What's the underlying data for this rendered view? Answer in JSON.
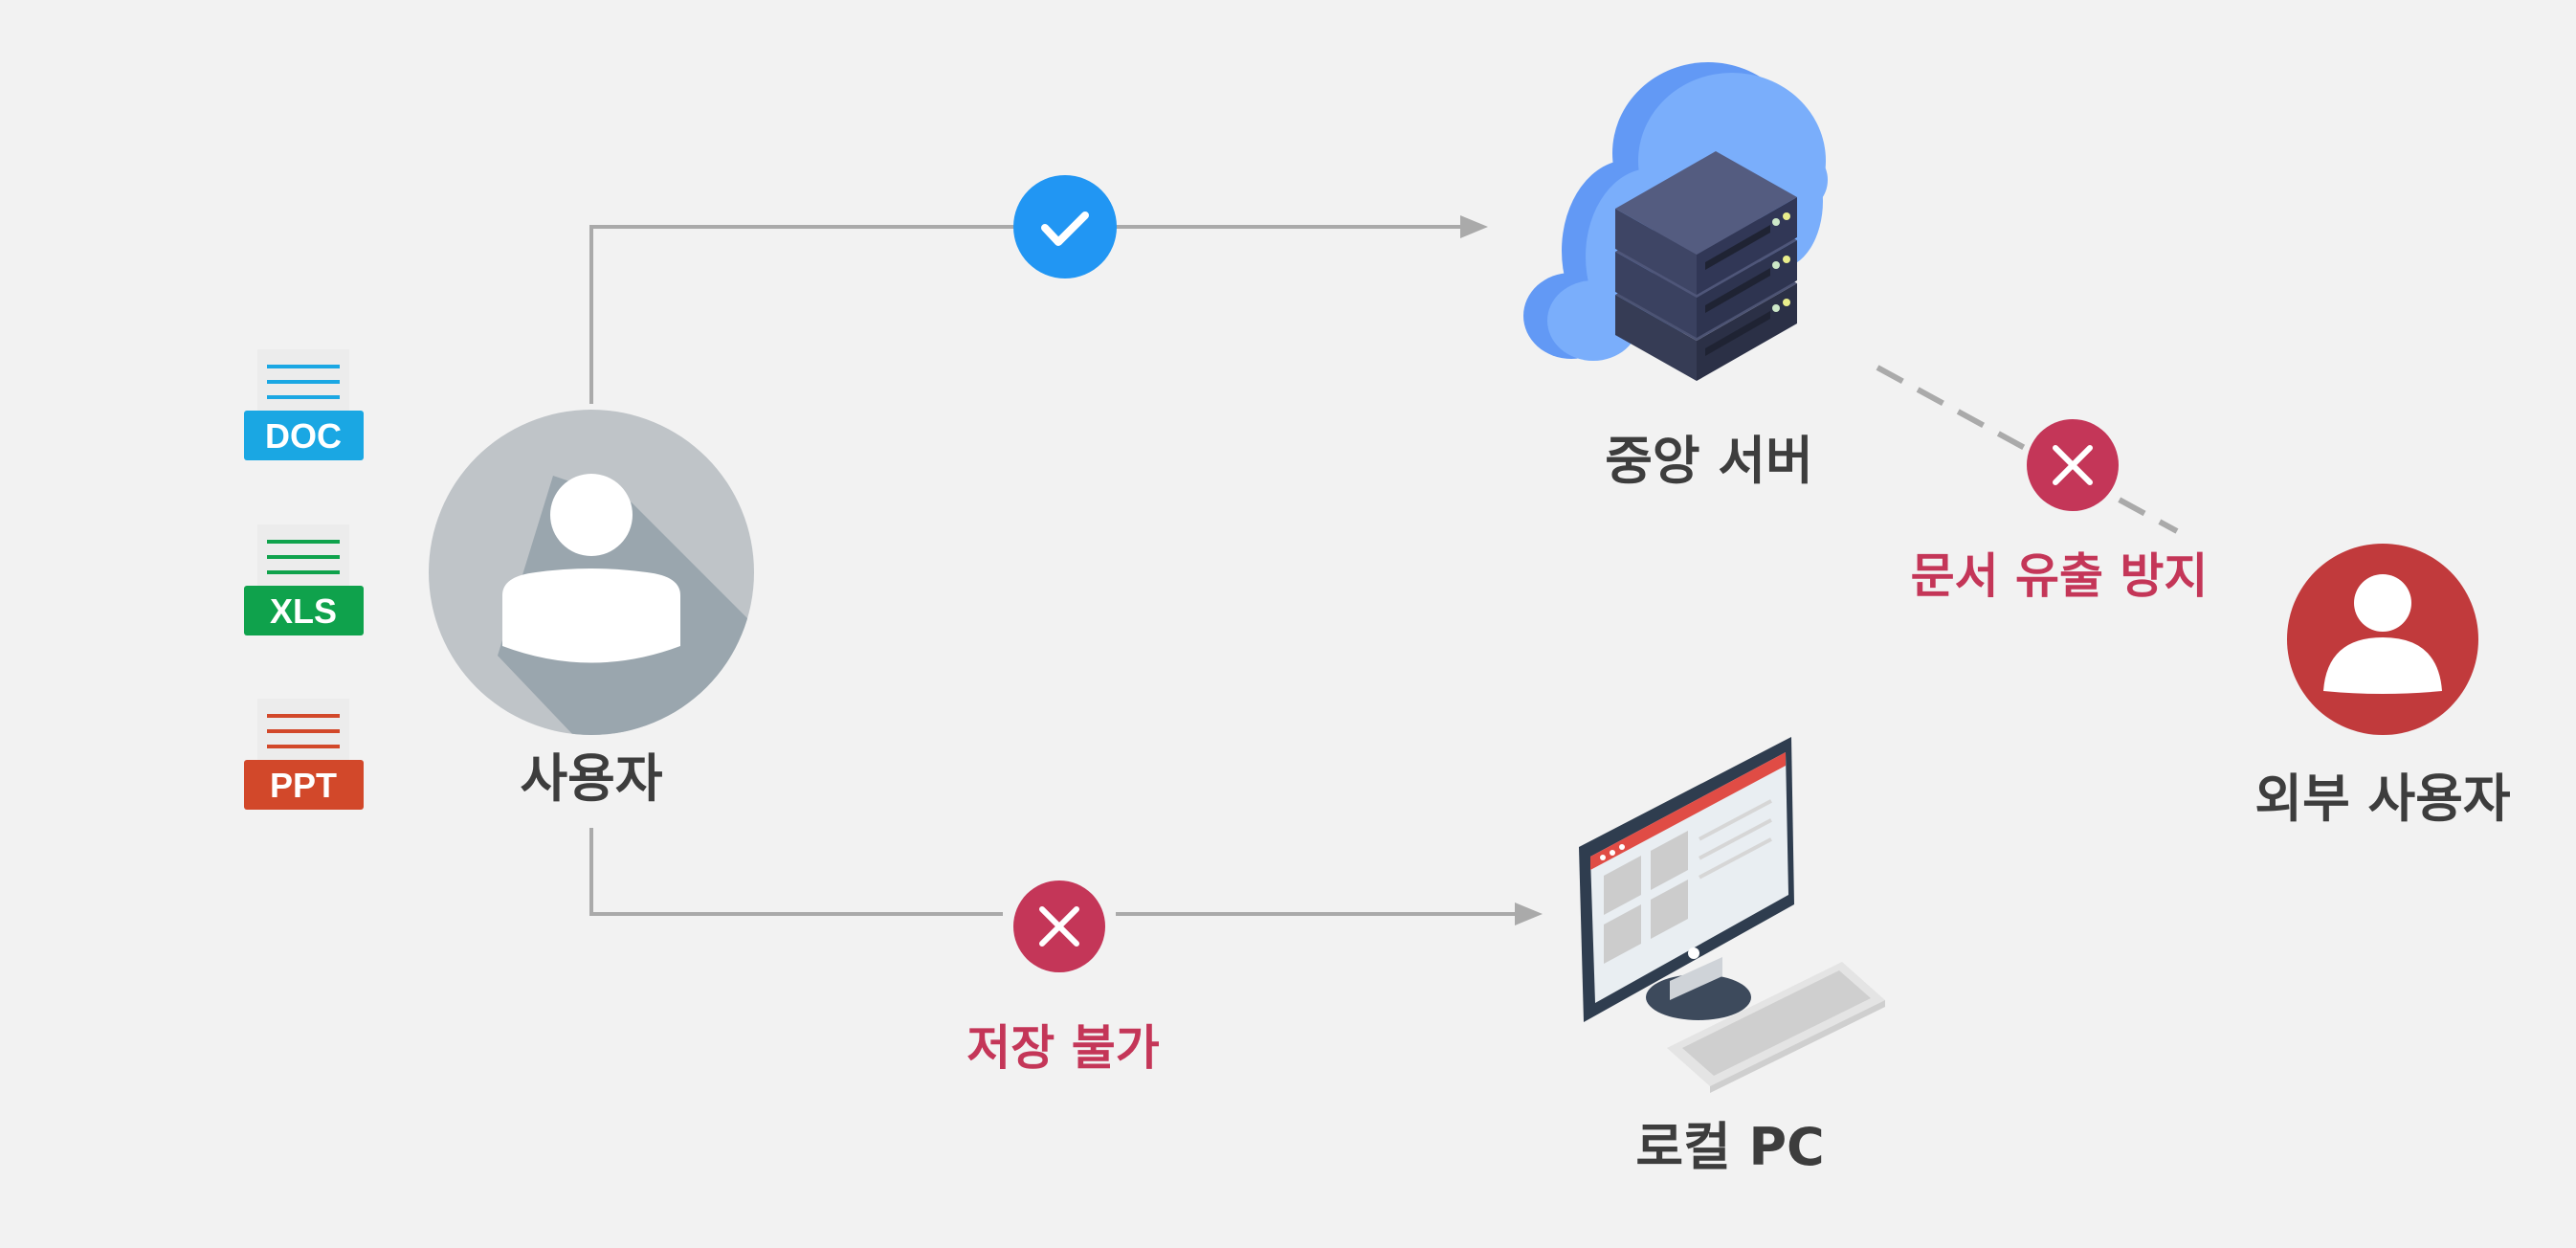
{
  "nodes": {
    "user": "사용자",
    "server": "중앙 서버",
    "local_pc": "로컬 PC",
    "external_user": "외부 사용자"
  },
  "files": [
    {
      "label": "DOC",
      "color": "#1aa7e3"
    },
    {
      "label": "XLS",
      "color": "#0fa24c"
    },
    {
      "label": "PPT",
      "color": "#d2482a"
    }
  ],
  "status": {
    "no_save": "저장 불가",
    "leak_prevention": "문서 유출 방지"
  },
  "icons": {
    "allowed": "check-circle-icon",
    "blocked": "x-circle-icon"
  },
  "colors": {
    "background": "#f2f2f2",
    "connector": "#aaaaaa",
    "allowed": "#2196f3",
    "blocked": "#c43658",
    "text": "#3d3d3d",
    "external_user": "#c13a3c",
    "user_avatar": "#bfc4c8"
  }
}
